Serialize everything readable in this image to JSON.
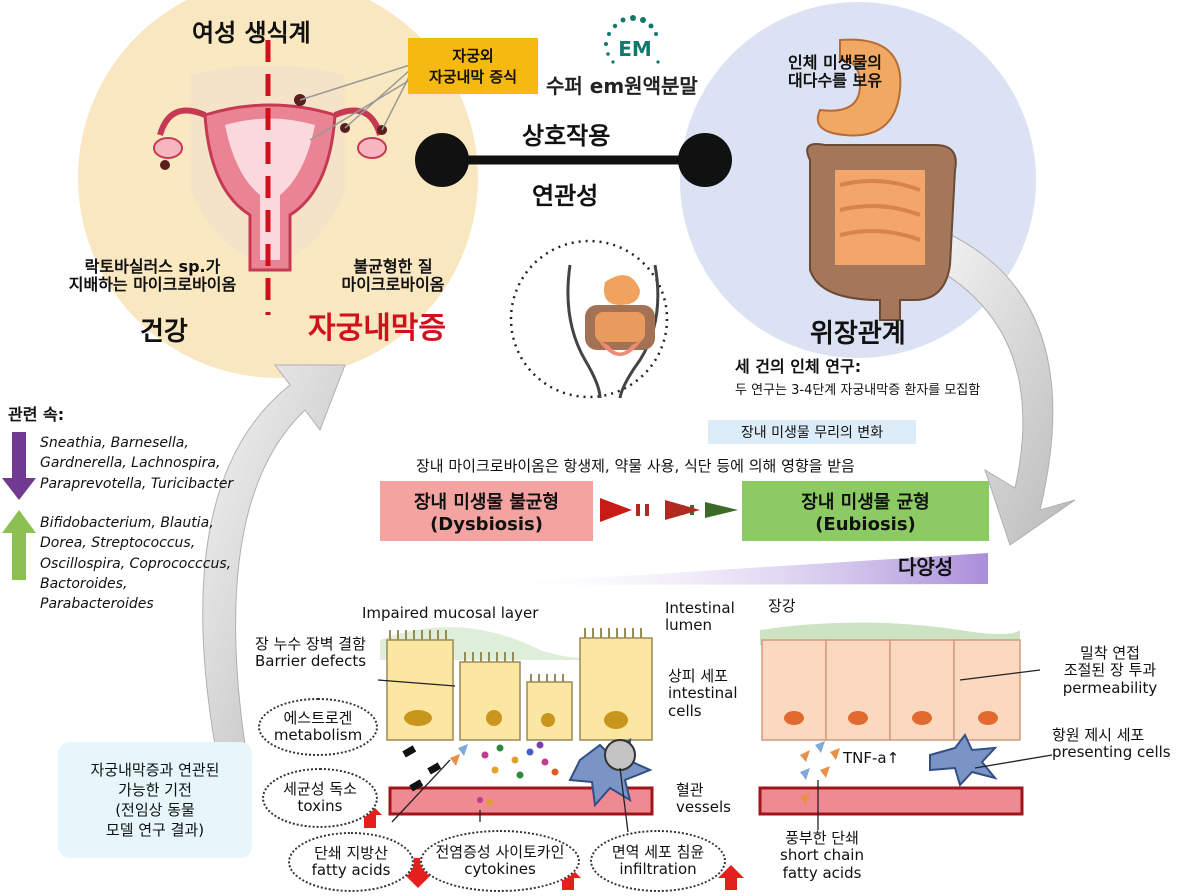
{
  "top_left": {
    "title": "여성 생식계",
    "callout": [
      "자궁외",
      "자궁내막 증식"
    ],
    "healthy_desc": [
      "락토바실러스 sp.가",
      "지배하는 마이크로바이옴"
    ],
    "healthy_label": "건강",
    "disease_desc": [
      "불균형한 질",
      "마이크로바이옴"
    ],
    "disease_label": "자궁내막증"
  },
  "center": {
    "brand_logo": "EM",
    "brand_name": "수퍼 em원액분말",
    "link_top": "상호작용",
    "link_bottom": "연관성"
  },
  "top_right": {
    "desc": [
      "인체 미생물의",
      "대다수를 보유"
    ],
    "label": "위장관계"
  },
  "study": {
    "title": "세 건의 인체 연구:",
    "detail": "두 연구는 3-4단계 자궁내막증 환자를 모집함"
  },
  "shift": {
    "tag": "장내 미생물 무리의 변화",
    "influence": "장내 마이크로바이옴은 항생제, 약물 사용, 식단 등에 의해 영향을 받음",
    "dysbiosis": [
      "장내 미생물 불균형",
      "(Dysbiosis)"
    ],
    "eubiosis": [
      "장내 미생물 균형",
      "(Eubiosis)"
    ],
    "diversity": "다양성"
  },
  "genera": {
    "title": "관련 속:",
    "decreased": [
      "Sneathia, Barnesella,",
      "Gardnerella, Lachnospira,",
      "Paraprevotella, Turicibacter"
    ],
    "increased": [
      "Bifidobacterium, Blautia,",
      "Dorea, Streptococcus,",
      "Oscillospira, Coprococccus,",
      "Bactoroides,",
      "Parabacteroides"
    ]
  },
  "mechanism_box": [
    "자궁내막증과 연관된",
    "가능한 기전",
    "(전임상 동물",
    "모델 연구 결과)"
  ],
  "gut_left": {
    "impaired": "Impaired mucosal layer",
    "barrier": [
      "장 누수 장벽 결함",
      "Barrier defects"
    ],
    "estrogen": [
      "에스트로겐",
      "metabolism"
    ],
    "toxins": [
      "세균성 독소",
      "toxins"
    ],
    "scfa": [
      "단쇄 지방산",
      "fatty acids"
    ],
    "cytokines": [
      "전염증성 사이토카인",
      "cytokines"
    ],
    "immune": [
      "면역 세포 침윤",
      "infiltration"
    ]
  },
  "gut_middle": {
    "lumen": [
      "Intestinal",
      "lumen"
    ],
    "cells": [
      "상피 세포",
      "intestinal",
      "cells"
    ],
    "vessels": [
      "혈관",
      "vessels"
    ]
  },
  "gut_right": {
    "lumen": "장강",
    "junction": [
      "밀착 연접",
      "조절된 장 투과",
      "permeability"
    ],
    "apc": [
      "항원 제시 세포",
      "presenting cells"
    ],
    "tnf": "TNF-a↑",
    "scfa": [
      "풍부한 단쇄",
      "short chain",
      "fatty acids"
    ]
  },
  "colors": {
    "red_accent": "#d0111b",
    "gold_box": "#f6b912",
    "dysbiosis_bg": "#f3a3a0",
    "eubiosis_bg": "#8ccb63",
    "tag_bg": "#dcecf8",
    "cell_yellow": "#fbe6a2",
    "cell_orange": "#fbd9c0",
    "em_green": "#0f7a6c"
  }
}
